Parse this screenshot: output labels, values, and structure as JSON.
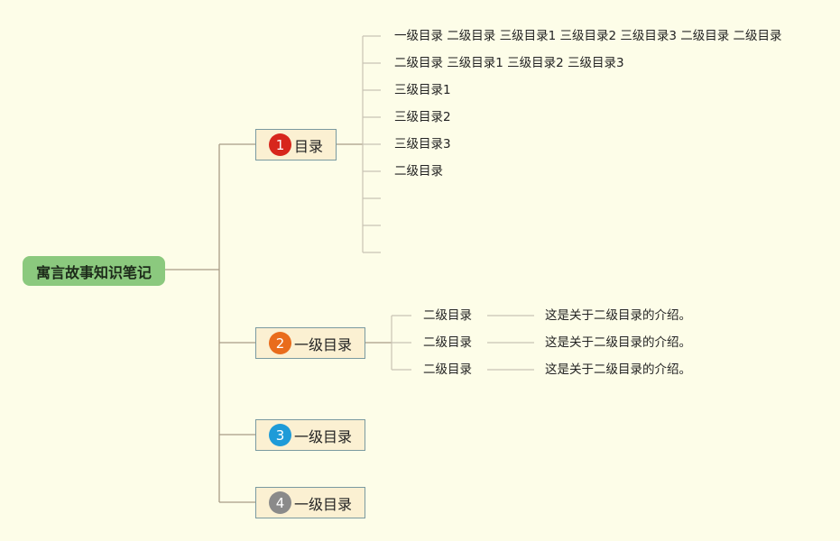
{
  "root": {
    "label": "寓言故事知识笔记"
  },
  "branches": [
    {
      "number": "1",
      "label": "目录",
      "badge_color": "#d7261c"
    },
    {
      "number": "2",
      "label": "一级目录",
      "badge_color": "#e96c1c"
    },
    {
      "number": "3",
      "label": "一级目录",
      "badge_color": "#1e9bd8"
    },
    {
      "number": "4",
      "label": "一级目录",
      "badge_color": "#8a8a8a"
    }
  ],
  "branch1_children": [
    "一级目录 二级目录 三级目录1 三级目录2 三级目录3 二级目录 二级目录",
    "二级目录 三级目录1 三级目录2 三级目录3",
    "三级目录1",
    "三级目录2",
    "三级目录3",
    "二级目录",
    "",
    "",
    ""
  ],
  "branch2_children": [
    {
      "label": "二级目录",
      "note": "这是关于二级目录的介绍。"
    },
    {
      "label": "二级目录",
      "note": "这是关于二级目录的介绍。"
    },
    {
      "label": "二级目录",
      "note": "这是关于二级目录的介绍。"
    }
  ],
  "colors": {
    "background": "#fdfde8",
    "root_fill": "#8bc97e",
    "branch_fill": "#fbf0d2",
    "branch_border": "#7a9aa0",
    "connector": "#a89c86",
    "leaf_connector": "#c9c4b4"
  }
}
